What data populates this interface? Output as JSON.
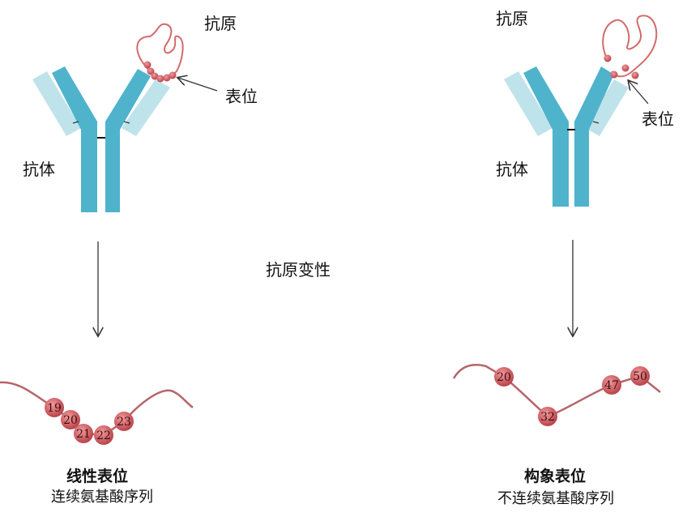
{
  "colors": {
    "heavy": "#4fb3cc",
    "light": "#bfe3ea",
    "antigen": "#d36b6b",
    "bead": "#d25a5e",
    "strand": "#b5656a"
  },
  "left": {
    "antigen_label": "抗原",
    "epitope_label": "表位",
    "antibody_label": "抗体",
    "title": "线性表位",
    "subtitle": "连续氨基酸序列",
    "residues": [
      "19",
      "20",
      "21",
      "22",
      "23"
    ]
  },
  "right": {
    "antigen_label": "抗原",
    "epitope_label": "表位",
    "antibody_label": "抗体",
    "title": "构象表位",
    "subtitle": "不连续氨基酸序列",
    "residues": [
      "20",
      "32",
      "47",
      "50"
    ]
  },
  "center_label": "抗原变性"
}
